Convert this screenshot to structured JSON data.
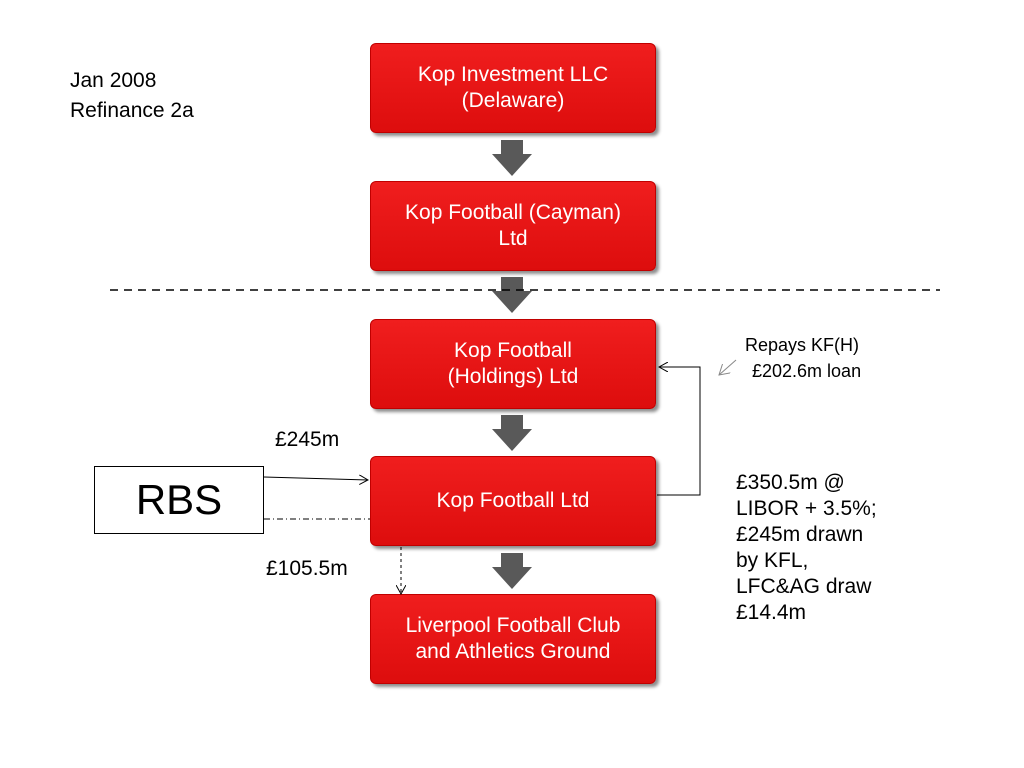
{
  "header": {
    "date": "Jan 2008",
    "subtitle": "Refinance 2a"
  },
  "entities": [
    {
      "line1": "Kop Investment LLC",
      "line2": "(Delaware)"
    },
    {
      "line1": "Kop Football (Cayman)",
      "line2": "Ltd"
    },
    {
      "line1": "Kop Football",
      "line2": "(Holdings) Ltd"
    },
    {
      "line1": "Kop Football Ltd",
      "line2": ""
    },
    {
      "line1": "Liverpool Football Club",
      "line2": "and Athletics Ground"
    }
  ],
  "lender": {
    "label": "RBS"
  },
  "flows": {
    "drawn_kfl": "£245m",
    "drawn_lfc": "£105.5m"
  },
  "notes": {
    "repay_line1": "Repays KF(H)",
    "repay_line2": "£202.6m loan",
    "facility": [
      "£350.5m @",
      "LIBOR + 3.5%;",
      "£245m drawn",
      "by KFL,",
      "LFC&AG draw",
      "£14.4m"
    ]
  },
  "colors": {
    "entity_fill": "#e8161a",
    "connector_arrow": "#595959"
  }
}
